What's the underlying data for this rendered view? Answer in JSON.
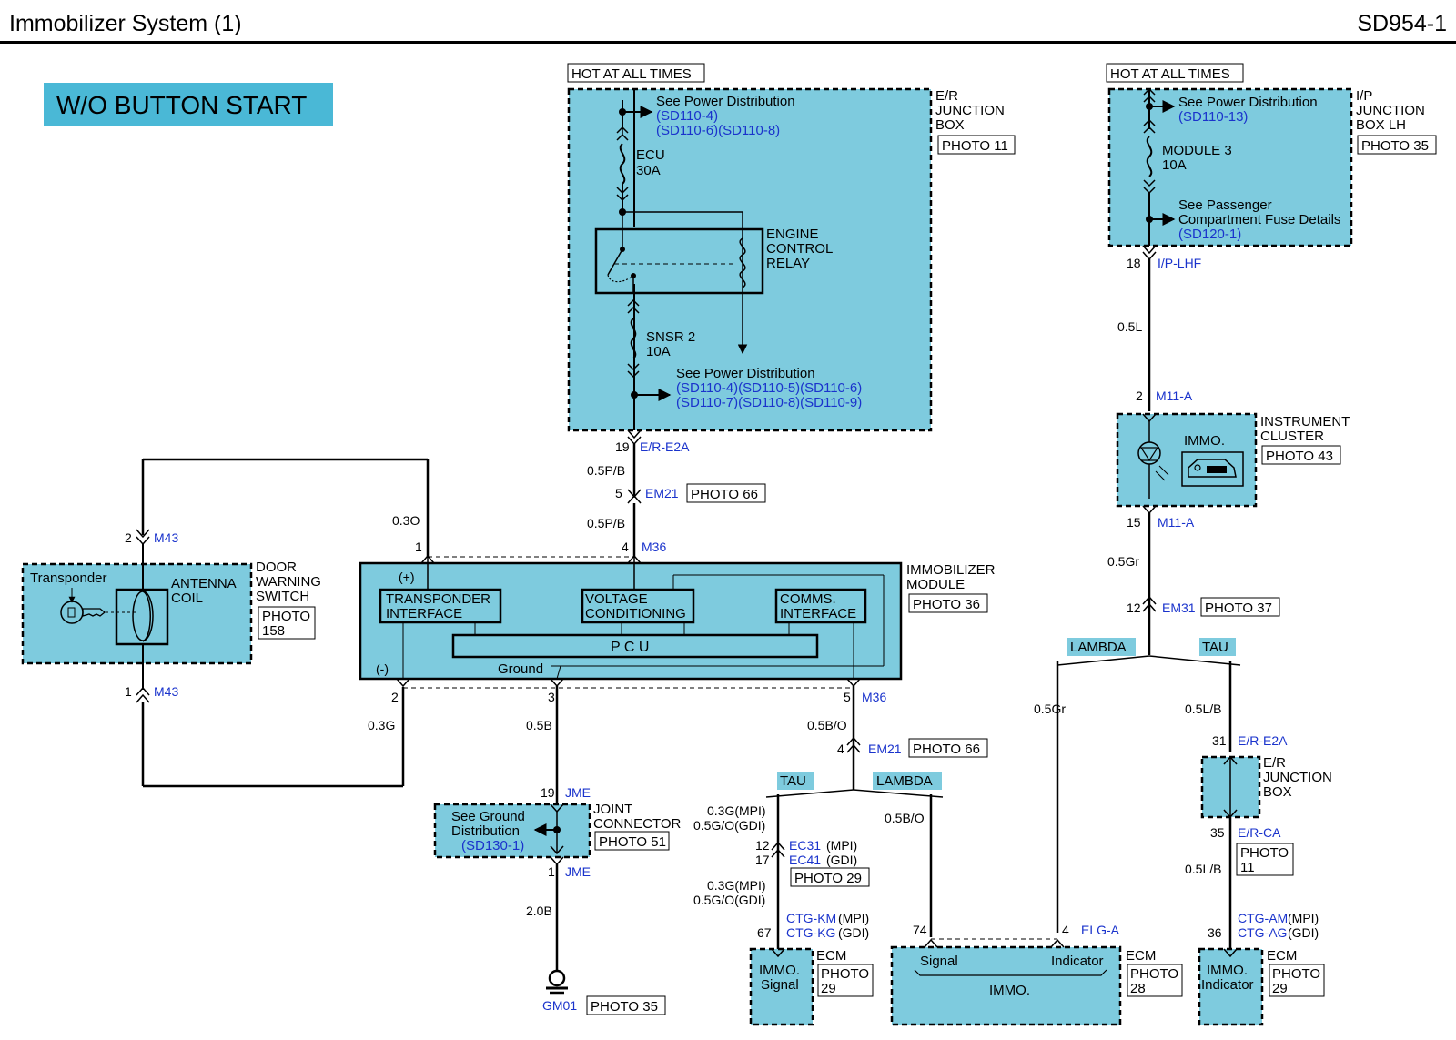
{
  "header": {
    "title": "Immobilizer System (1)",
    "code": "SD954-1"
  },
  "colors": {
    "box_fill": "#7ecbde",
    "banner_fill": "#4ab8d6",
    "tag_fill": "#7ecbde",
    "ref_blue": "#1a33cc",
    "line": "#000000"
  },
  "banner": "W/O BUTTON START",
  "text": {
    "hot1": "HOT AT ALL TIMES",
    "hot2": "HOT AT ALL TIMES",
    "see_pd": "See Power Distribution",
    "ref_sd110_4": "(SD110-4)",
    "ref_sd110_6_8": "(SD110-6)(SD110-8)",
    "ecu": "ECU",
    "a30": "30A",
    "er_jb_1": "E/R",
    "er_jb_2": "JUNCTION",
    "er_jb_3": "BOX",
    "photo11": "PHOTO 11",
    "ecr_1": "ENGINE",
    "ecr_2": "CONTROL",
    "ecr_3": "RELAY",
    "snsr2": "SNSR 2",
    "a10": "10A",
    "see_pd2": "See Power Distribution",
    "ref_a": "(SD110-4)(SD110-5)(SD110-6)",
    "ref_b": "(SD110-7)(SD110-8)(SD110-9)",
    "see_pd3": "See Power Distribution",
    "ref_sd110_13": "(SD110-13)",
    "module3": "MODULE 3",
    "a10b": "10A",
    "ip_1": "I/P",
    "ip_2": "JUNCTION",
    "ip_3": "BOX LH",
    "photo35": "PHOTO 35",
    "see_pass": "See Passenger",
    "comp_fuse": "Compartment Fuse Details",
    "ref_sd120": "(SD120-1)",
    "p18": "18",
    "iplhf": "I/P-LHF",
    "w05l": "0.5L",
    "p2a": "2",
    "m11a_1": "M11-A",
    "ic_1": "INSTRUMENT",
    "ic_2": "CLUSTER",
    "photo43": "PHOTO 43",
    "immo": "IMMO.",
    "p15": "15",
    "m11a_2": "M11-A",
    "w05gr": "0.5Gr",
    "p12": "12",
    "em31": "EM31",
    "photo37": "PHOTO 37",
    "lambda1": "LAMBDA",
    "tau1": "TAU",
    "w05gr2": "0.5Gr",
    "w05lb": "0.5L/B",
    "p31": "31",
    "ere2a_2": "E/R-E2A",
    "er2_1": "E/R",
    "er2_2": "JUNCTION",
    "er2_3": "BOX",
    "p35": "35",
    "erca": "E/R-CA",
    "photo11b_1": "PHOTO",
    "photo11b_2": "11",
    "w05lb2": "0.5L/B",
    "p36": "36",
    "ctgam": "CTG-AM",
    "ctgag": "CTG-AG",
    "mpi_a": "(MPI)",
    "gdi_a": "(GDI)",
    "immo_ind_1": "IMMO.",
    "immo_ind_2": "Indicator",
    "ecm_r": "ECM",
    "photo29_r1": "PHOTO",
    "photo29_r2": "29",
    "p19": "19",
    "ere2a": "E/R-E2A",
    "w05pb": "0.5P/B",
    "p5": "5",
    "em21": "EM21",
    "photo66": "PHOTO 66",
    "w05pb2": "0.5P/B",
    "p4": "4",
    "m36": "M36",
    "w03o": "0.3O",
    "p1": "1",
    "p2m43": "2",
    "m43a": "M43",
    "dws_1": "DOOR",
    "dws_2": "WARNING",
    "dws_3": "SWITCH",
    "photo158_1": "PHOTO",
    "photo158_2": "158",
    "transponder": "Transponder",
    "antenna_1": "ANTENNA",
    "antenna_2": "COIL",
    "p1m43": "1",
    "m43b": "M43",
    "plus": "(+)",
    "minus": "(-)",
    "ti_1": "TRANSPONDER",
    "ti_2": "INTERFACE",
    "vc_1": "VOLTAGE",
    "vc_2": "CONDITIONING",
    "ci_1": "COMMS.",
    "ci_2": "INTERFACE",
    "pcu": "P C U",
    "ground": "Ground",
    "im_1": "IMMOBILIZER",
    "im_2": "MODULE",
    "photo36": "PHOTO 36",
    "pin2": "2",
    "pin3": "3",
    "pin5": "5",
    "m36b": "M36",
    "w03g": "0.3G",
    "w05b": "0.5B",
    "w05bo": "0.5B/O",
    "p4em21": "4",
    "em21b": "EM21",
    "photo66b": "PHOTO 66",
    "p19jme": "19",
    "jme1": "JME",
    "see_gnd_1": "See Ground",
    "see_gnd_2": "Distribution",
    "ref_sd130": "(SD130-1)",
    "jc_1": "JOINT",
    "jc_2": "CONNECTOR",
    "photo51": "PHOTO 51",
    "p1jme": "1",
    "jme2": "JME",
    "w20b": "2.0B",
    "gm01": "GM01",
    "photo35b": "PHOTO 35",
    "tau2": "TAU",
    "lambda2": "LAMBDA",
    "w03g_mpi": "0.3G(MPI)",
    "w05go_gdi": "0.5G/O(GDI)",
    "w05bo2": "0.5B/O",
    "p12ec": "12",
    "p17ec": "17",
    "ec31": "EC31",
    "ec41": "EC41",
    "mpi1": "(MPI)",
    "gdi1": "(GDI)",
    "photo29": "PHOTO 29",
    "w03g_mpi2": "0.3G(MPI)",
    "w05go_gdi2": "0.5G/O(GDI)",
    "p67": "67",
    "ctgkm": "CTG-KM",
    "ctgkg": "CTG-KG",
    "mpi2": "(MPI)",
    "gdi2": "(GDI)",
    "immo_sig_1": "IMMO.",
    "immo_sig_2": "Signal",
    "ecm1": "ECM",
    "photo29b_1": "PHOTO",
    "photo29b_2": "29",
    "p74": "74",
    "p4elg": "4",
    "elga": "ELG-A",
    "signal": "Signal",
    "indicator": "Indicator",
    "immo2": "IMMO.",
    "ecm2": "ECM",
    "photo28_1": "PHOTO",
    "photo28_2": "28"
  }
}
